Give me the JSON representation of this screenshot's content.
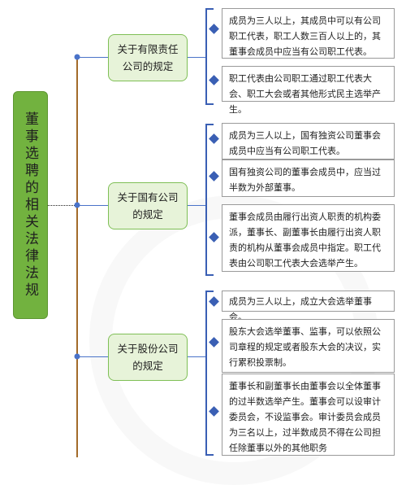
{
  "title": "董事选聘的相关法律法规",
  "categories": [
    {
      "label": "关于有限责任公司的规定",
      "items": [
        "成员为三人以上，其成员中可以有公司职工代表，职工人数三百人以上的，其董事会成员中应当有公司职工代表。",
        "职工代表由公司职工通过职工代表大会、职工大会或者其他形式民主选举产生。"
      ]
    },
    {
      "label": "关于国有公司的规定",
      "items": [
        "成员为三人以上，国有独资公司董事会成员中应当有公司职工代表。",
        "国有独资公司的董事会成员中，应当过半数为外部董事。",
        "董事会成员由履行出资人职责的机构委派，董事长、副董事长由履行出资人职责的机构从董事会成员中指定。职工代表由公司职工代表大会选举产生。"
      ]
    },
    {
      "label": "关于股份公司的规定",
      "items": [
        "成员为三人以上，成立大会选举董事会。",
        "股东大会选举董事、监事，可以依照公司章程的规定或者股东大会的决议，实行累积投票制。",
        "董事长和副董事长由董事会以全体董事的过半数选举产生。董事会可以设审计委员会，不设监事会。审计委员会成员为三名以上，过半数成员不得在公司担任除董事以外的其他职务"
      ]
    }
  ]
}
